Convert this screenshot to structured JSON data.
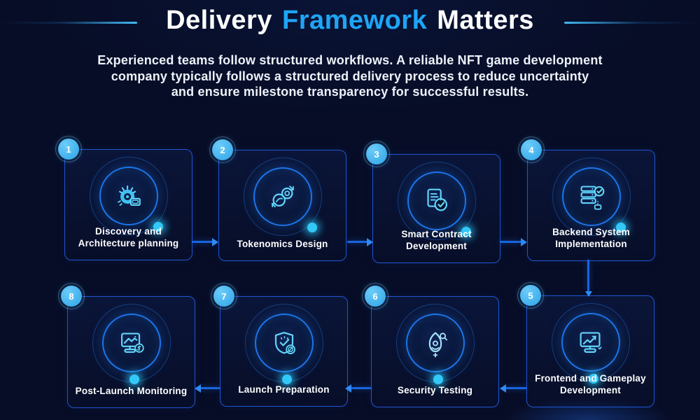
{
  "header": {
    "title": {
      "white_left": "Delivery",
      "accent": "Framework",
      "white_right": "Matters"
    },
    "subtitle_lines": [
      "Experienced teams follow structured workflows. A reliable NFT game development",
      "company typically follows a structured delivery process to reduce uncertainty",
      "and ensure milestone transparency for successful results."
    ]
  },
  "colors": {
    "background": "#070d26",
    "title_accent_blue": "#1ea5f6",
    "card_border_blue": "#1f55d4",
    "arrow_blue": "#1765e0",
    "badge_blue": "#41b2ef",
    "icon_cyan": "#62d4fa",
    "glow_dot_cyan": "#32c8f8",
    "text_white": "#ffffff"
  },
  "steps": [
    {
      "number": "1",
      "label": "Discovery and Architecture planning",
      "icon": "discovery-gear-icon"
    },
    {
      "number": "2",
      "label": "Tokenomics Design",
      "icon": "tokenomics-coins-icon"
    },
    {
      "number": "3",
      "label": "Smart Contract Development",
      "icon": "smart-contract-document-icon"
    },
    {
      "number": "4",
      "label": "Backend System Implementation",
      "icon": "backend-server-icon"
    },
    {
      "number": "5",
      "label": "Frontend and Gameplay Development",
      "icon": "frontend-monitor-icon"
    },
    {
      "number": "6",
      "label": "Security Testing",
      "icon": "security-bug-icon"
    },
    {
      "number": "7",
      "label": "Launch Preparation",
      "icon": "launch-shield-icon"
    },
    {
      "number": "8",
      "label": "Post-Launch Monitoring",
      "icon": "post-launch-monitor-icon"
    }
  ]
}
